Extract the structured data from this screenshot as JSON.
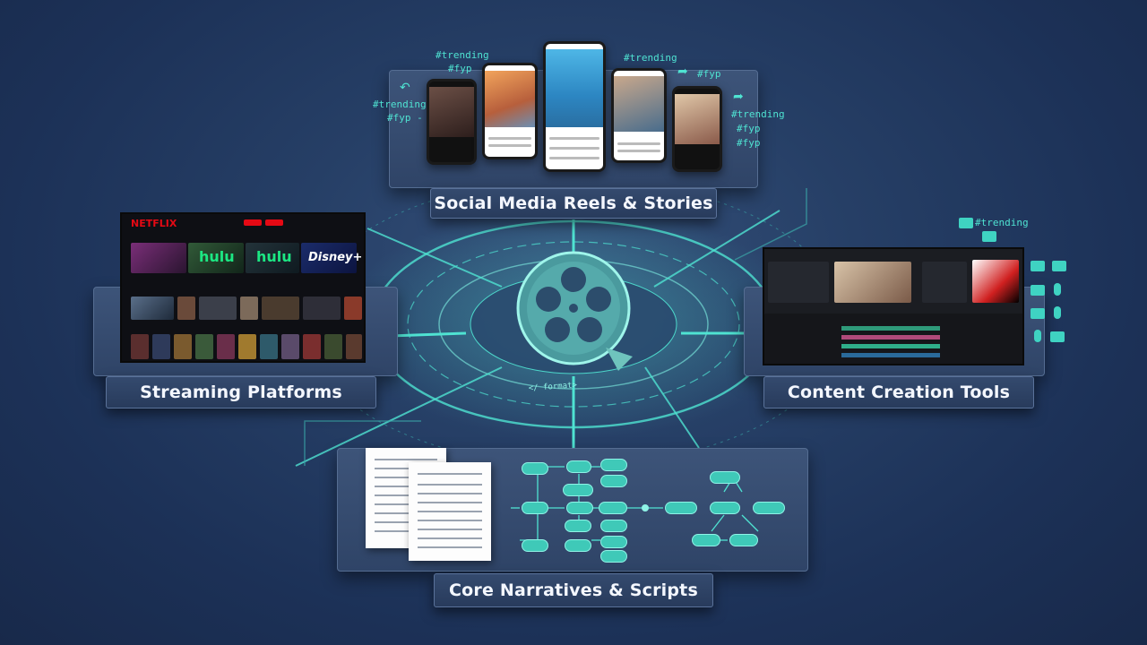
{
  "labels": {
    "social": "Social Media Reels & Stories",
    "streaming": "Streaming Platforms",
    "tools": "Content Creation Tools",
    "narratives": "Core Narratives & Scripts"
  },
  "hashtags": {
    "h1": "#trending",
    "h2": "#fyp",
    "h3": "#trending",
    "h4": "#fyp -",
    "h5": "#trending",
    "h6": "#fyp",
    "h7": "#trending",
    "h8": "#fyp",
    "h9": "#fyp",
    "h10": "#trending"
  },
  "streaming_screen": {
    "logo": "NETFLIX",
    "tile_hulu_1": "hulu",
    "tile_hulu_2": "hulu",
    "tile_disney": "Disney+"
  },
  "hub": {
    "format_label": "</ format>"
  },
  "colors": {
    "accent": "#3fd3c2",
    "glow": "#4fe3d2",
    "background": "#1f355c"
  },
  "icons": [
    "film-reel-icon",
    "video-camera-icon",
    "microphone-icon",
    "clapperboard-icon",
    "share-arrow-icon"
  ]
}
